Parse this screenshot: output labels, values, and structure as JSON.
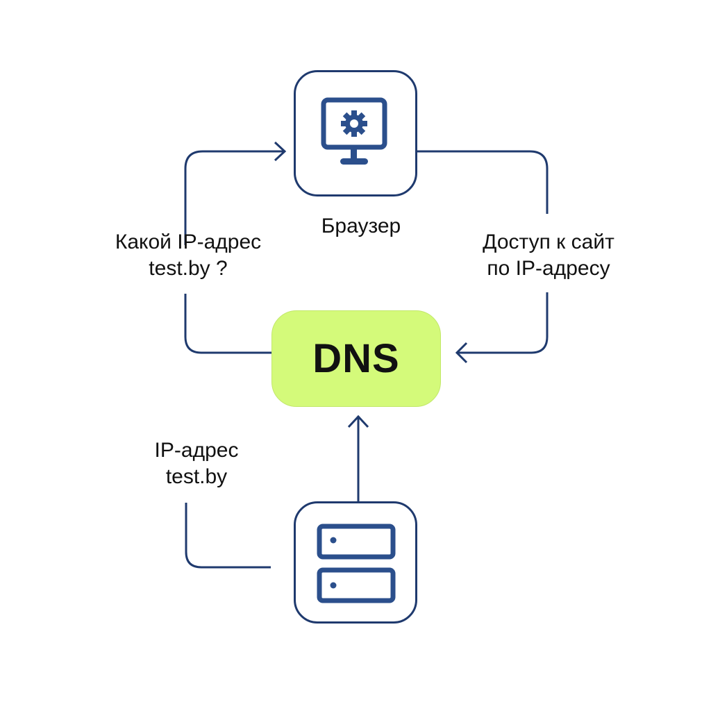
{
  "diagram": {
    "title": "DNS resolution flow",
    "nodes": {
      "browser": {
        "label": "Браузер",
        "icon": "monitor-gear-icon"
      },
      "dns": {
        "label": "DNS"
      },
      "server": {
        "icon": "server-icon"
      }
    },
    "edges": [
      {
        "from": "dns",
        "to": "browser",
        "label_lines": [
          "Какой IP-адрес",
          "test.by ?"
        ]
      },
      {
        "from": "browser",
        "to": "dns",
        "label_lines": [
          "Доступ к сайт",
          "по IP-адресу"
        ]
      },
      {
        "from": "server",
        "to": "dns",
        "label_lines": [
          "IP-адрес",
          "test.by"
        ]
      }
    ],
    "colors": {
      "stroke": "#1f3a6e",
      "dns_fill": "#d4fa7a",
      "text": "#111111",
      "background": "#ffffff"
    }
  }
}
